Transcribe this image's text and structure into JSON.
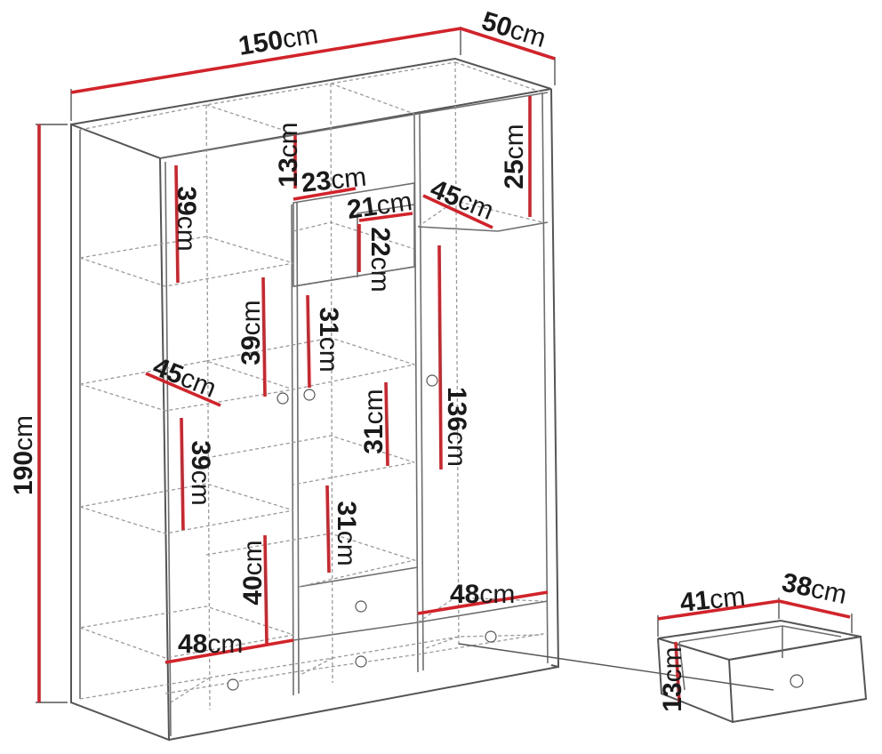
{
  "labels": {
    "width": "150",
    "depth": "50",
    "height": "190",
    "shelf_top_left": "39",
    "top_box_height": "13",
    "top_box_width": "23",
    "small_shelf_width": "21",
    "small_shelf_height": "22",
    "right_top_depth": "45",
    "right_top_height": "25",
    "mid_shelf_height": "39",
    "center_shelf_1": "31",
    "left_depth": "45",
    "center_shelf_2": "31",
    "right_hanging": "136",
    "left_lower_shelf": "39",
    "center_shelf_3": "31",
    "left_bottom_shelf": "40",
    "left_drawer_width": "48",
    "right_drawer_width": "48",
    "drawer_width": "41",
    "drawer_depth": "38",
    "drawer_height": "13"
  },
  "unit": "cm",
  "colors": {
    "dimension_marker": "#d2232a",
    "outline": "#555555",
    "dashed_hidden": "#9a9a9a",
    "label_text": "#1a1a1a"
  }
}
